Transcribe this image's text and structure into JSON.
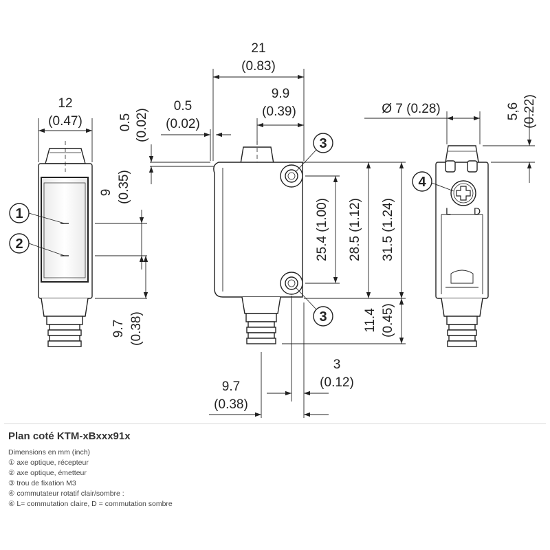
{
  "dimensions": {
    "width_left": "12",
    "width_left_in": "(0.47)",
    "offset_top_v": "0.5",
    "offset_top_v_in": "(0.02)",
    "optic_spacing": "9",
    "optic_spacing_in": "(0.35)",
    "bottom_offset_left": "9.7",
    "bottom_offset_left_in": "(0.38)",
    "width_total": "21",
    "width_total_in": "(0.83)",
    "offset_small": "0.5",
    "offset_small_in": "(0.02)",
    "width_right": "9.9",
    "width_right_in": "(0.39)",
    "hole_spacing": "25.4 (1.00)",
    "hole_outer": "28.5 (1.12)",
    "body_height": "31.5 (1.24)",
    "connector_height": "11.4",
    "connector_height_in": "(0.45)",
    "hole_offset": "3",
    "hole_offset_in": "(0.12)",
    "connector_offset": "9.7",
    "connector_offset_in": "(0.38)",
    "diameter": "Ø 7 (0.28)",
    "switch_height": "5,6",
    "switch_height_in": "(0.22)",
    "switch_L": "L",
    "switch_D": "D"
  },
  "callouts": {
    "c1": "1",
    "c2": "2",
    "c3": "3",
    "c4": "4"
  },
  "caption": {
    "title": "Plan coté KTM-xBxxx91x",
    "lines": [
      "Dimensions en mm (inch)",
      "① axe optique, récepteur",
      "② axe optique, émetteur",
      "③ trou de fixation M3",
      "④ commutateur rotatif clair/sombre :",
      "④ L= commutation claire, D = commutation sombre"
    ]
  }
}
